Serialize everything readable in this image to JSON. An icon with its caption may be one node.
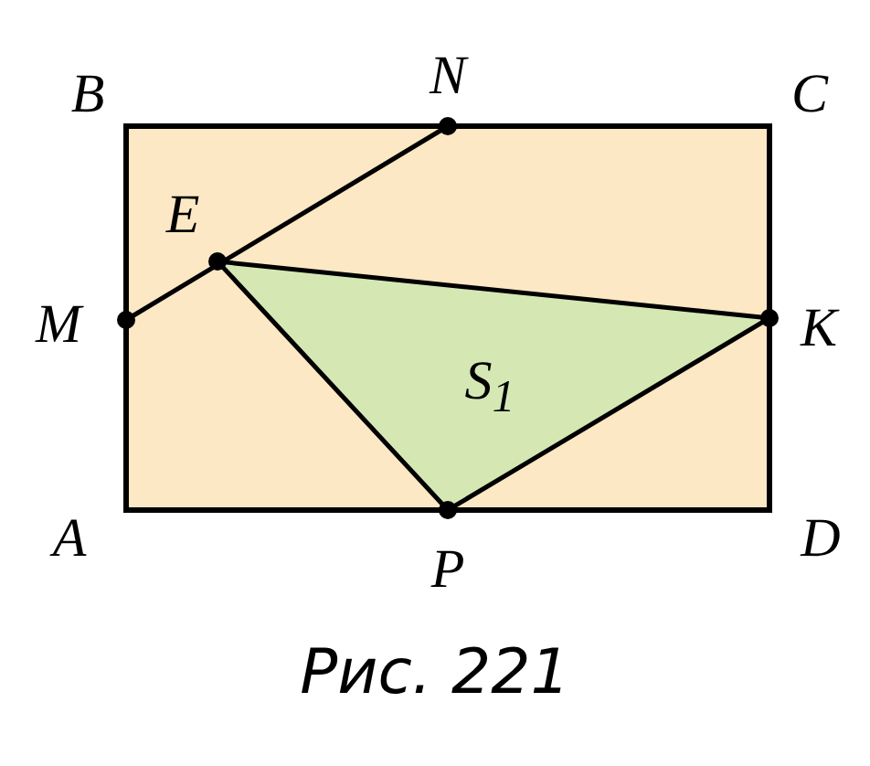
{
  "diagram": {
    "caption": "Рис. 221",
    "labels": [
      "B",
      "N",
      "C",
      "E",
      "M",
      "K",
      "S$_{1}$",
      "A",
      "P",
      "D"
    ]
  }
}
